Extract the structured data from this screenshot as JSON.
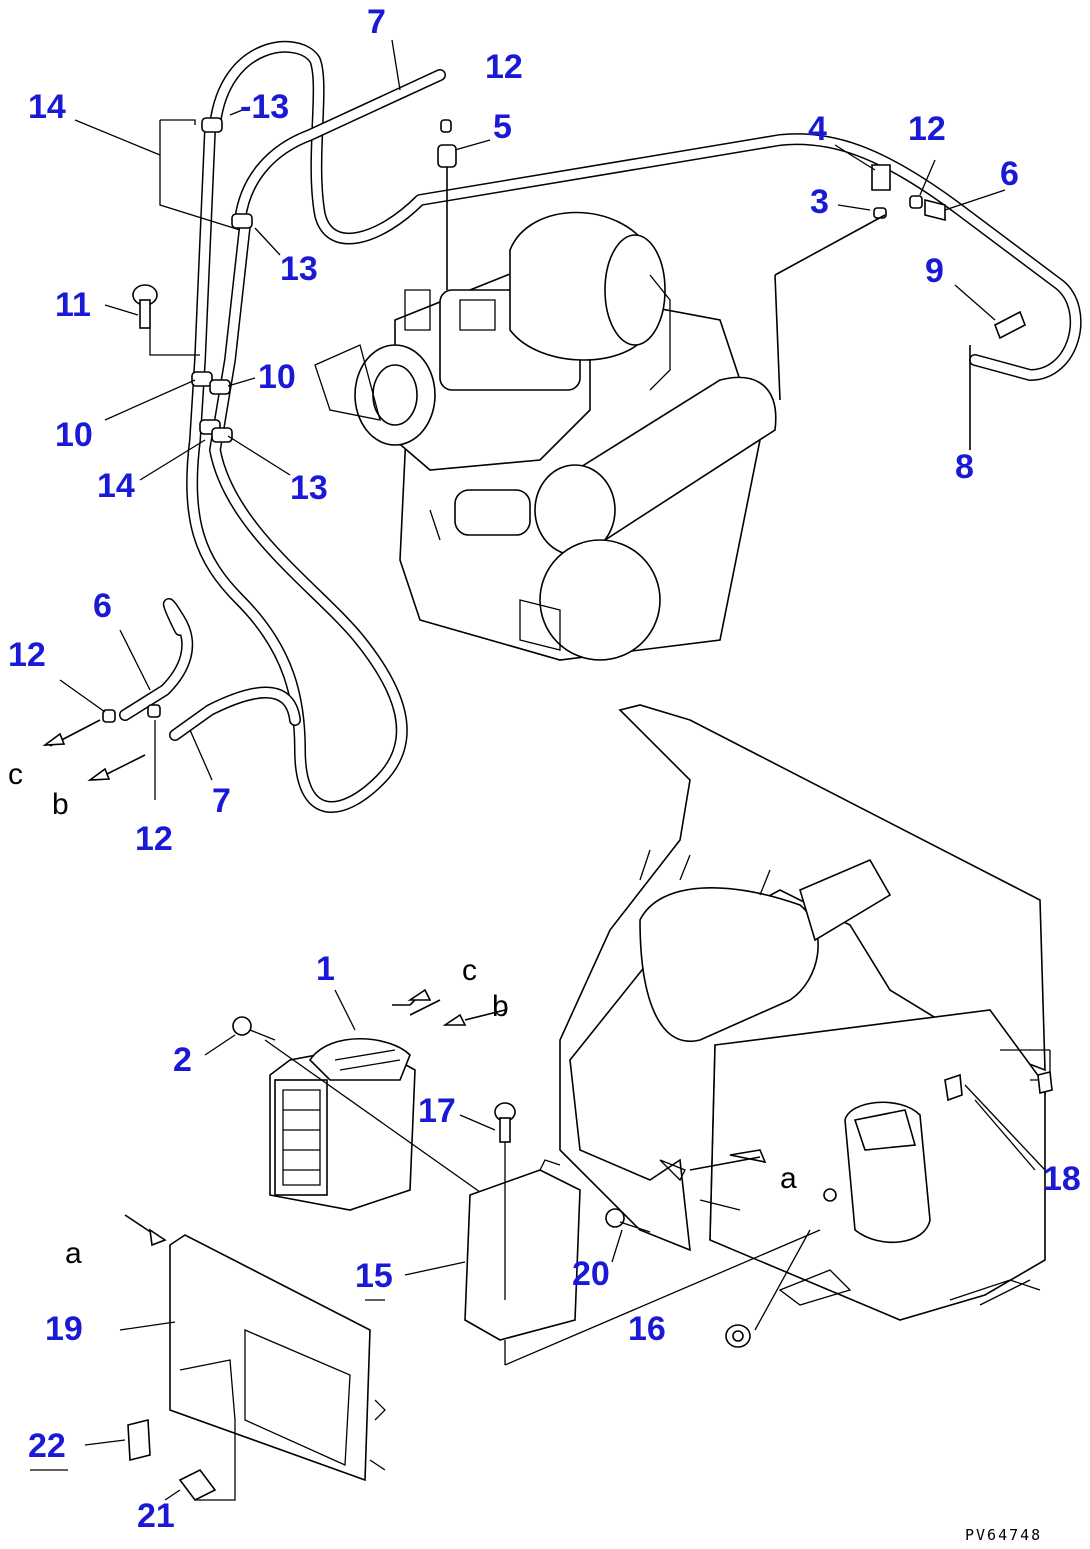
{
  "callouts": [
    {
      "id": "c7-top",
      "text": "7"
    },
    {
      "id": "c12-top",
      "text": "12"
    },
    {
      "id": "c14-top",
      "text": "14"
    },
    {
      "id": "c13-top",
      "text": "-13"
    },
    {
      "id": "c5",
      "text": "5"
    },
    {
      "id": "c4",
      "text": "4"
    },
    {
      "id": "c12-right",
      "text": "12"
    },
    {
      "id": "c6-right",
      "text": "6"
    },
    {
      "id": "c3",
      "text": "3"
    },
    {
      "id": "c13-mid",
      "text": "13"
    },
    {
      "id": "c9",
      "text": "9"
    },
    {
      "id": "c11",
      "text": "11"
    },
    {
      "id": "c10-right",
      "text": "10"
    },
    {
      "id": "c10-left",
      "text": "10"
    },
    {
      "id": "c8",
      "text": "8"
    },
    {
      "id": "c14-mid",
      "text": "14"
    },
    {
      "id": "c13-low",
      "text": "13"
    },
    {
      "id": "c6-left",
      "text": "6"
    },
    {
      "id": "c12-left",
      "text": "12"
    },
    {
      "id": "c7-low",
      "text": "7"
    },
    {
      "id": "c12-low",
      "text": "12"
    },
    {
      "id": "c1",
      "text": "1"
    },
    {
      "id": "c2",
      "text": "2"
    },
    {
      "id": "c17",
      "text": "17"
    },
    {
      "id": "c18",
      "text": "18"
    },
    {
      "id": "c15",
      "text": "15"
    },
    {
      "id": "c20",
      "text": "20"
    },
    {
      "id": "c16",
      "text": "16"
    },
    {
      "id": "c19",
      "text": "19"
    },
    {
      "id": "c22",
      "text": "22"
    },
    {
      "id": "c21",
      "text": "21"
    }
  ],
  "connection_letters": [
    {
      "id": "l-c-left",
      "text": "c"
    },
    {
      "id": "l-b-left",
      "text": "b"
    },
    {
      "id": "l-c-heater",
      "text": "c"
    },
    {
      "id": "l-b-heater",
      "text": "b"
    },
    {
      "id": "l-a-box",
      "text": "a"
    },
    {
      "id": "l-a-cover",
      "text": "a"
    }
  ],
  "drawing_code": "PV64748",
  "colors": {
    "callout": "#1a1ad6",
    "line": "#000000",
    "background": "#ffffff"
  }
}
